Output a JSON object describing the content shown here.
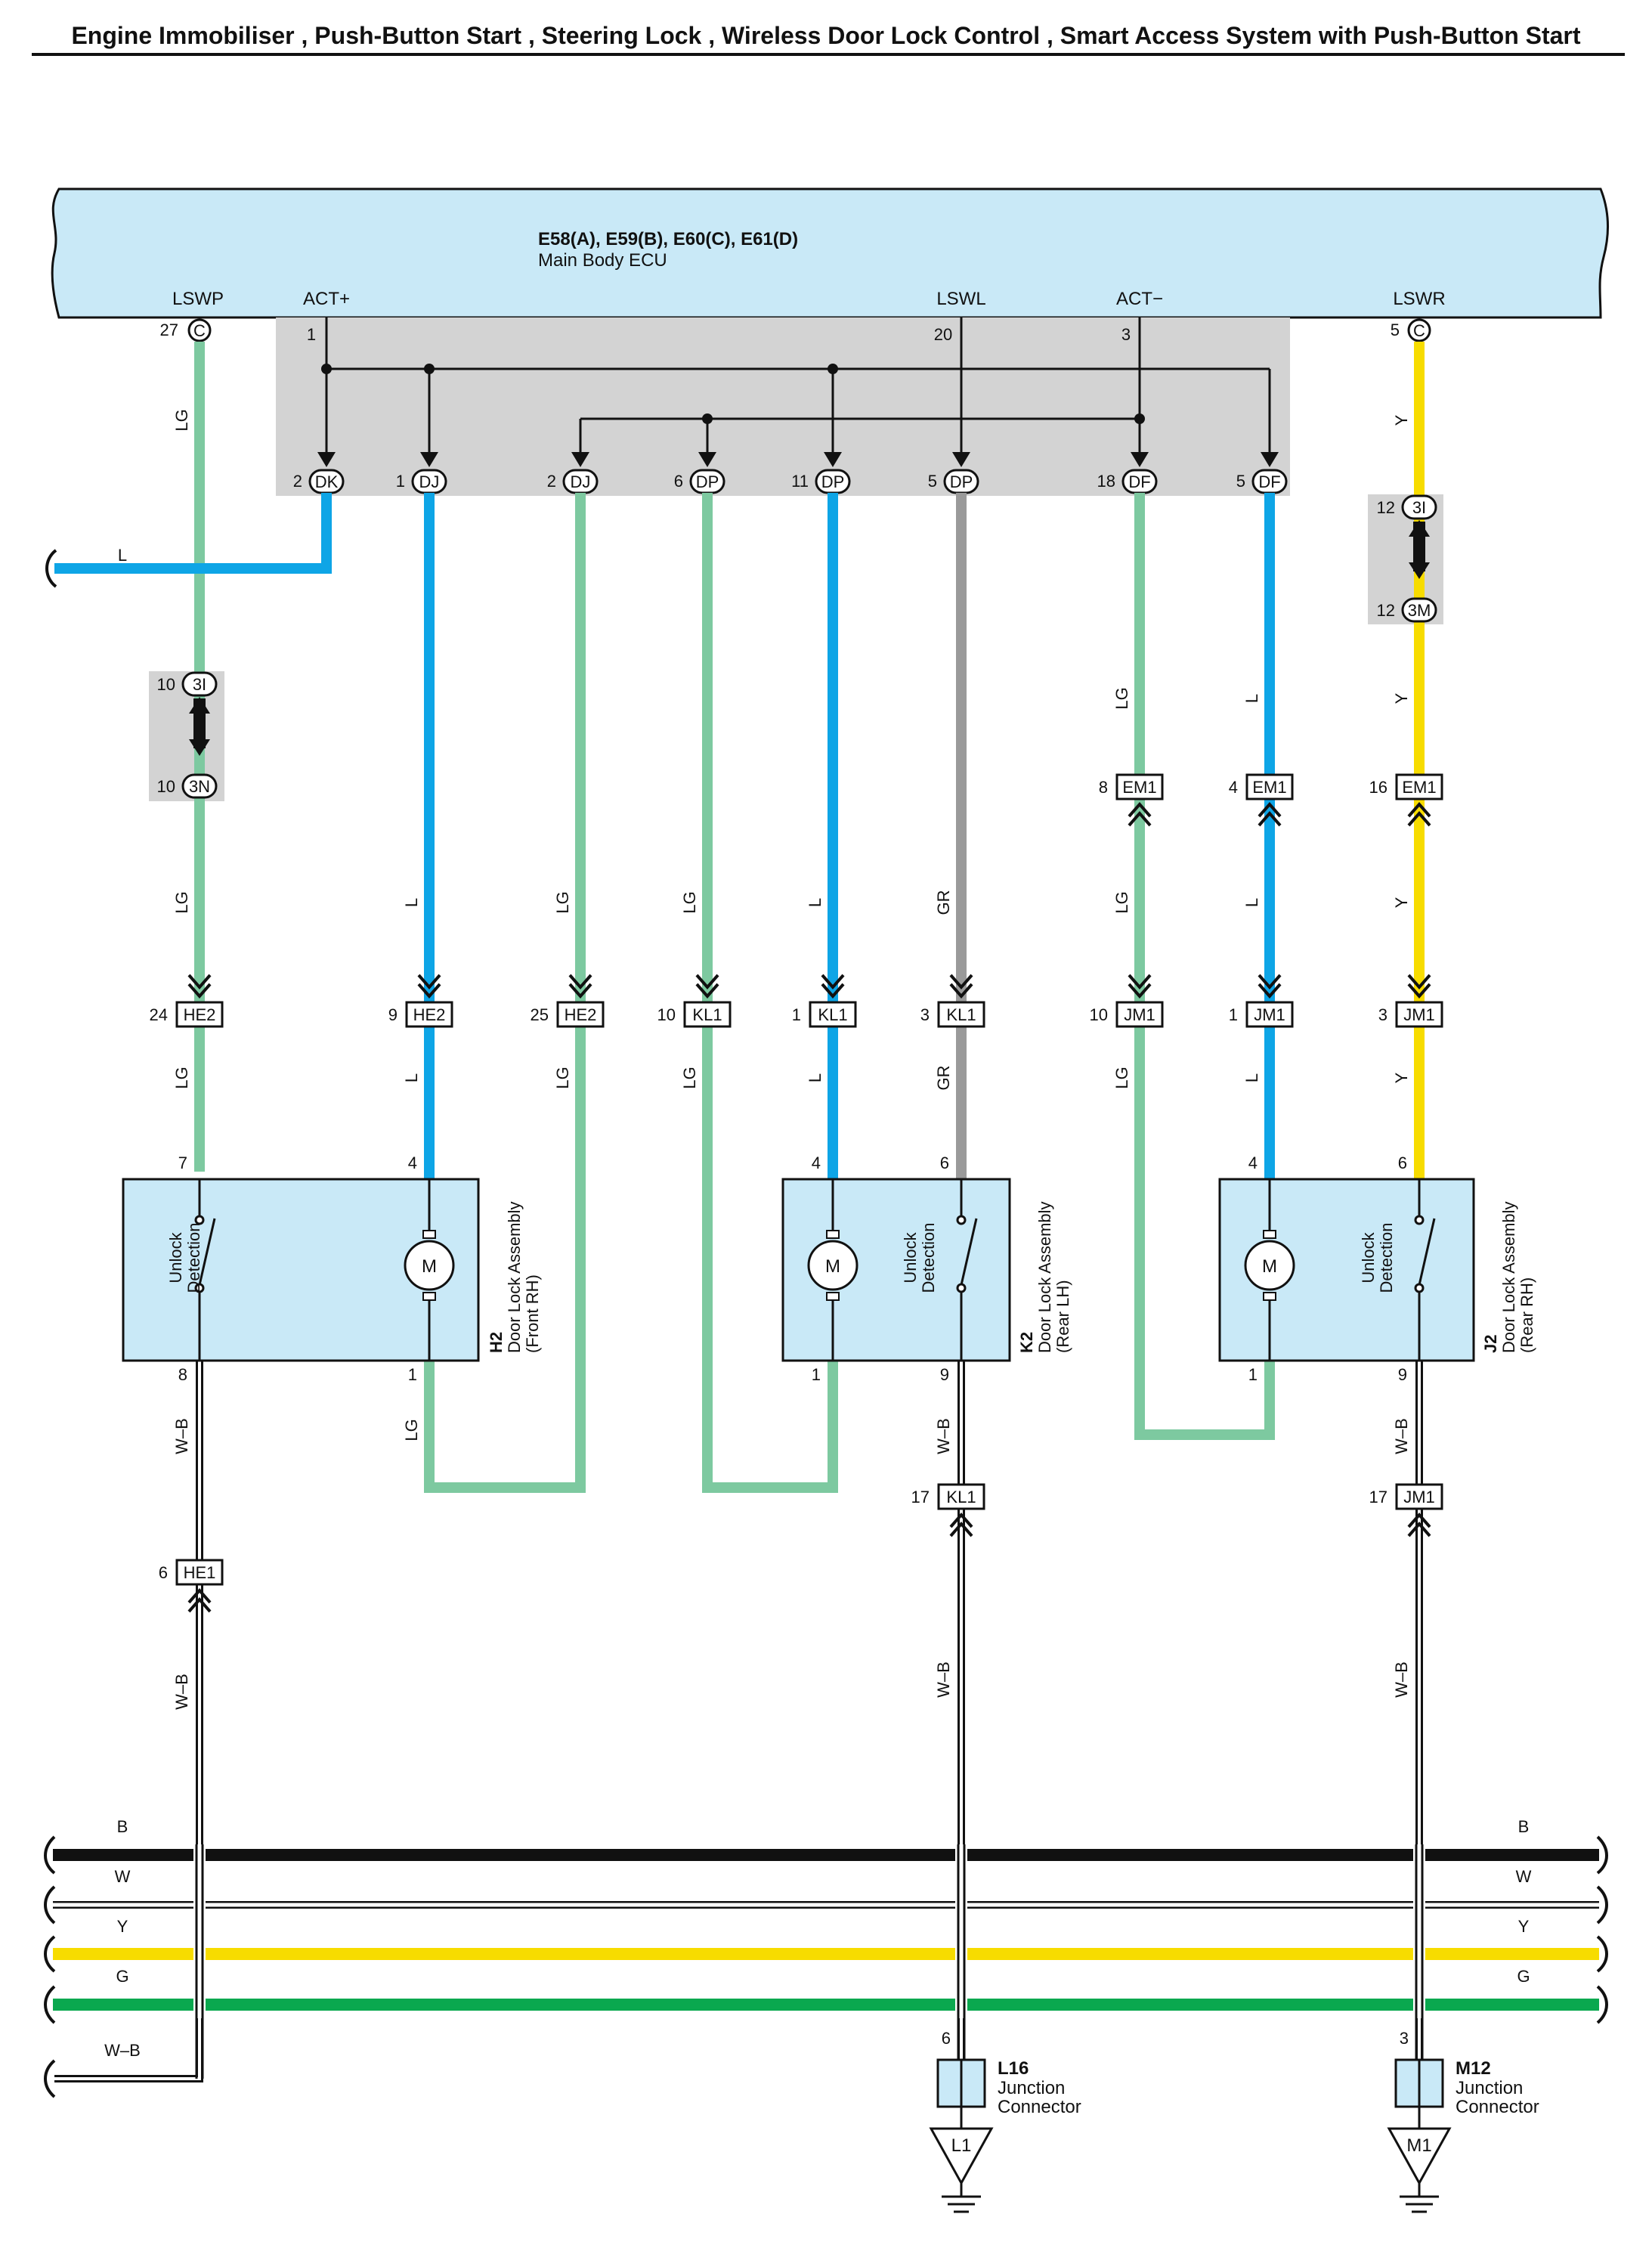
{
  "title": "Engine Immobiliser , Push-Button Start , Steering Lock , Wireless Door Lock Control , Smart Access System with Push-Button Start",
  "ecu": {
    "connectors": "E58(A), E59(B), E60(C), E61(D)",
    "name": "Main Body ECU",
    "terminals": [
      {
        "name": "LSWP",
        "pin": "27",
        "conn": "C"
      },
      {
        "name": "ACT+",
        "pin": "1"
      },
      {
        "name": "LSWL",
        "pin": "20"
      },
      {
        "name": "ACT−",
        "pin": "3"
      },
      {
        "name": "LSWR",
        "pin": "5",
        "conn": "C"
      }
    ]
  },
  "junction_pins": [
    {
      "pin": "2",
      "conn": "DK"
    },
    {
      "pin": "1",
      "conn": "DJ"
    },
    {
      "pin": "2",
      "conn": "DJ"
    },
    {
      "pin": "6",
      "conn": "DP"
    },
    {
      "pin": "11",
      "conn": "DP"
    },
    {
      "pin": "5",
      "conn": "DP"
    },
    {
      "pin": "18",
      "conn": "DF"
    },
    {
      "pin": "5",
      "conn": "DF"
    }
  ],
  "inline_connectors": {
    "left_top": {
      "pin": "10",
      "conn": "3I"
    },
    "left_bottom": {
      "pin": "10",
      "conn": "3N"
    },
    "right_top": {
      "pin": "12",
      "conn": "3I"
    },
    "right_bottom": {
      "pin": "12",
      "conn": "3M"
    }
  },
  "em_connectors": [
    {
      "pin": "8",
      "conn": "EM1"
    },
    {
      "pin": "4",
      "conn": "EM1"
    },
    {
      "pin": "16",
      "conn": "EM1"
    }
  ],
  "row_connectors": [
    {
      "pin": "24",
      "conn": "HE2"
    },
    {
      "pin": "9",
      "conn": "HE2"
    },
    {
      "pin": "25",
      "conn": "HE2"
    },
    {
      "pin": "10",
      "conn": "KL1"
    },
    {
      "pin": "1",
      "conn": "KL1"
    },
    {
      "pin": "3",
      "conn": "KL1"
    },
    {
      "pin": "10",
      "conn": "JM1"
    },
    {
      "pin": "1",
      "conn": "JM1"
    },
    {
      "pin": "3",
      "conn": "JM1"
    }
  ],
  "lower_connectors": [
    {
      "pin": "6",
      "conn": "HE1"
    },
    {
      "pin": "17",
      "conn": "KL1"
    },
    {
      "pin": "17",
      "conn": "JM1"
    }
  ],
  "wire_colors": {
    "LG": "LG",
    "L": "L",
    "GR": "GR",
    "Y": "Y",
    "WB": "W–B",
    "B": "B",
    "W": "W",
    "G": "G"
  },
  "assemblies": [
    {
      "code": "H2",
      "name": "Door Lock Assembly",
      "side": "(Front RH)",
      "detect": [
        "Unlock",
        "Detection"
      ],
      "motor": "M",
      "pins": {
        "switch_top": "7",
        "motor_top": "4",
        "switch_bottom": "8",
        "motor_bottom": "1"
      }
    },
    {
      "code": "K2",
      "name": "Door Lock Assembly",
      "side": "(Rear LH)",
      "detect": [
        "Unlock",
        "Detection"
      ],
      "motor": "M",
      "pins": {
        "switch_top": "6",
        "motor_top": "4",
        "switch_bottom": "9",
        "motor_bottom": "1"
      }
    },
    {
      "code": "J2",
      "name": "Door Lock Assembly",
      "side": "(Rear RH)",
      "detect": [
        "Unlock",
        "Detection"
      ],
      "motor": "M",
      "pins": {
        "switch_top": "6",
        "motor_top": "4",
        "switch_bottom": "9",
        "motor_bottom": "1"
      }
    }
  ],
  "junction_connectors": [
    {
      "code": "L16",
      "line1": "Junction",
      "line2": "Connector",
      "pin": "6",
      "ground": "L1"
    },
    {
      "code": "M12",
      "line1": "Junction",
      "line2": "Connector",
      "pin": "3",
      "ground": "M1"
    }
  ],
  "colors": {
    "LG": "#7dc9a0",
    "L": "#0ea5e6",
    "GR": "#9a9a9a",
    "Y": "#f7dc00",
    "B": "#111111",
    "G": "#0aa84f",
    "ecu_fill": "#c9e9f7",
    "assy_fill": "#c9e9f7",
    "junction_fill": "#d3d3d3"
  }
}
